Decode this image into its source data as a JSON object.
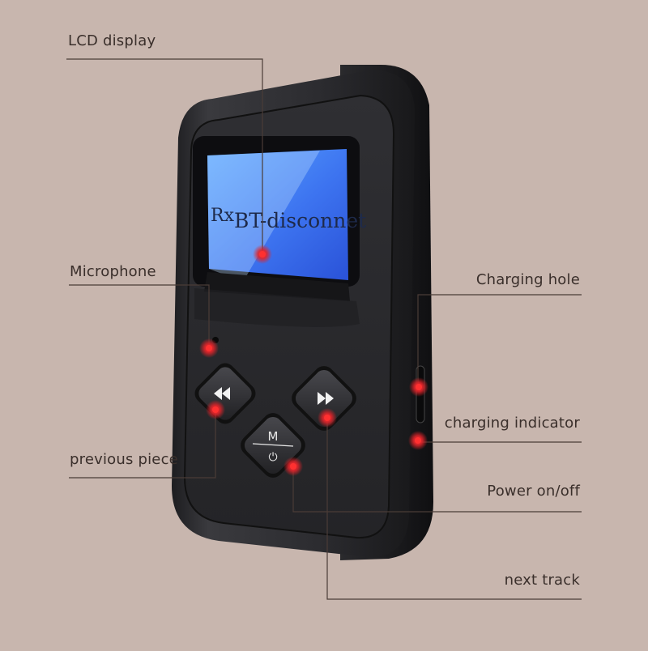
{
  "display": {
    "mode": "Rx",
    "status": "BT-disconnet"
  },
  "buttons": {
    "mode_letter": "M",
    "power_glyph": "⏻",
    "previous_icon": "previous-track-icon",
    "next_icon": "next-track-icon"
  },
  "callouts": {
    "lcd_display": "LCD display",
    "microphone": "Microphone",
    "previous_piece": "previous piece",
    "charging_hole": "Charging hole",
    "charging_indicator": "charging indicator",
    "power": "Power on/off",
    "next_track": "next track"
  },
  "colors": {
    "background": "#c8b6ae",
    "device_body": "#2b2b2e",
    "screen": "#3a62e8",
    "marker": "#e0242a",
    "leader_line": "#4a3c37"
  }
}
